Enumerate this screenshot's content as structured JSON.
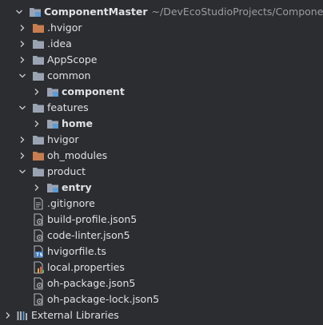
{
  "tree": {
    "root": {
      "label": "ComponentMaster",
      "path": "~/DevEcoStudioProjects/ComponentMaster"
    },
    "items": [
      {
        "label": "ComponentMaster",
        "icon": "module-folder-icon",
        "expanded": true,
        "bold": true
      },
      {
        "label": ".hvigor",
        "icon": "excluded-folder-icon",
        "expanded": false
      },
      {
        "label": ".idea",
        "icon": "folder-icon",
        "expanded": false
      },
      {
        "label": "AppScope",
        "icon": "folder-icon",
        "expanded": false
      },
      {
        "label": "common",
        "icon": "folder-icon",
        "expanded": true
      },
      {
        "label": "component",
        "icon": "module-folder-icon",
        "expanded": false,
        "bold": true
      },
      {
        "label": "features",
        "icon": "folder-icon",
        "expanded": true
      },
      {
        "label": "home",
        "icon": "module-folder-icon",
        "expanded": false,
        "bold": true
      },
      {
        "label": "hvigor",
        "icon": "folder-icon",
        "expanded": false
      },
      {
        "label": "oh_modules",
        "icon": "excluded-folder-icon",
        "expanded": false
      },
      {
        "label": "product",
        "icon": "folder-icon",
        "expanded": true
      },
      {
        "label": "entry",
        "icon": "module-folder-icon",
        "expanded": false,
        "bold": true
      },
      {
        "label": ".gitignore",
        "icon": "text-file-icon"
      },
      {
        "label": "build-profile.json5",
        "icon": "config-file-icon"
      },
      {
        "label": "code-linter.json5",
        "icon": "config-file-icon"
      },
      {
        "label": "hvigorfile.ts",
        "icon": "typescript-file-icon"
      },
      {
        "label": "local.properties",
        "icon": "properties-file-icon"
      },
      {
        "label": "oh-package.json5",
        "icon": "config-file-icon"
      },
      {
        "label": "oh-package-lock.json5",
        "icon": "config-file-icon"
      },
      {
        "label": "External Libraries",
        "icon": "libraries-icon",
        "expanded": false
      }
    ]
  },
  "colors": {
    "background": "#2b2d30",
    "text": "#dfe1e5",
    "path_text": "#9a9da3",
    "folder": "#9aa3b1",
    "excluded_folder": "#c77d4f",
    "module_badge": "#5e9ad6",
    "typescript": "#3d7ec7"
  }
}
